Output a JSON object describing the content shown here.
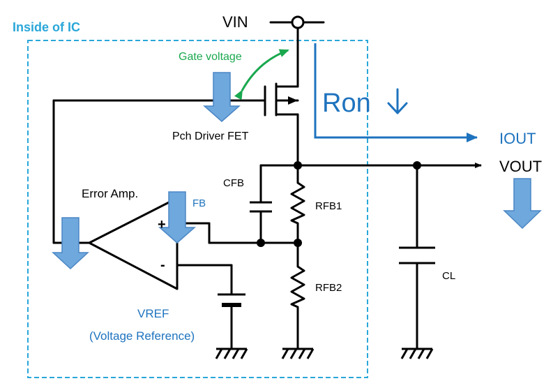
{
  "labels": {
    "inside_ic": "Inside of IC",
    "vin": "VIN",
    "gate_voltage": "Gate voltage",
    "ron": "Ron",
    "pch_fet": "Pch Driver FET",
    "iout": "IOUT",
    "vout": "VOUT",
    "cfb": "CFB",
    "error_amp": "Error Amp.",
    "fb": "FB",
    "plus": "+",
    "minus": "-",
    "rfb1": "RFB1",
    "rfb2": "RFB2",
    "cl": "CL",
    "vref": "VREF",
    "vref_sub": "(Voltage Reference)"
  },
  "colors": {
    "ic_border": "#2aa7d9",
    "blue_text": "#1e73be",
    "green": "#1aa84f",
    "arrow_fill": "#6fa8dc",
    "arrow_stroke": "#4a86c5",
    "wire": "#000000"
  },
  "icons": {
    "ron_arrow": "down-arrow",
    "fill_arrows": "block-down-arrow"
  }
}
